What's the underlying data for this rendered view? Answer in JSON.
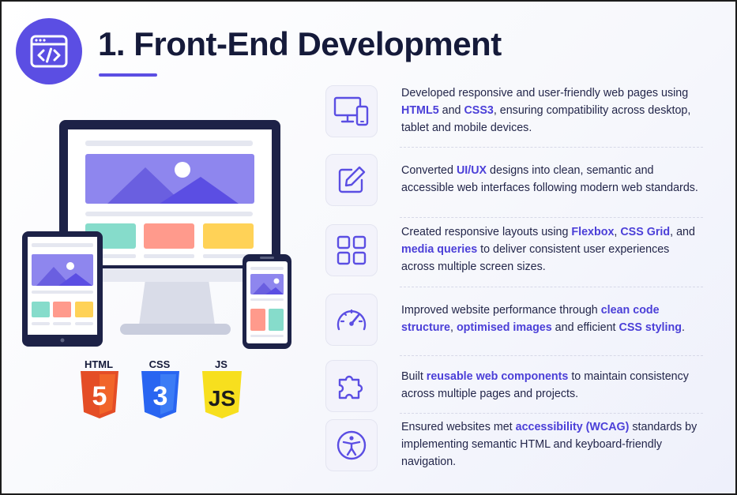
{
  "header": {
    "title": "1. Front-End Development",
    "icon": "code-window-icon",
    "accent_color": "#5b4ee3"
  },
  "tech_badges": [
    {
      "label": "HTML",
      "glyph": "5",
      "color": "#e44d26"
    },
    {
      "label": "CSS",
      "glyph": "3",
      "color": "#2965f1"
    },
    {
      "label": "JS",
      "glyph": "JS",
      "color": "#f7df1e"
    }
  ],
  "features": [
    {
      "icon": "devices-icon",
      "segments": [
        {
          "text": "Developed responsive and user-friendly web pages using ",
          "hl": false
        },
        {
          "text": "HTML5",
          "hl": true
        },
        {
          "text": " and ",
          "hl": false
        },
        {
          "text": "CSS3",
          "hl": true
        },
        {
          "text": ", ensuring compatibility across desktop, tablet and mobile devices.",
          "hl": false
        }
      ]
    },
    {
      "icon": "edit-pencil-icon",
      "segments": [
        {
          "text": "Converted ",
          "hl": false
        },
        {
          "text": "UI/UX",
          "hl": true
        },
        {
          "text": " designs into clean, semantic and accessible web interfaces following modern web standards.",
          "hl": false
        }
      ]
    },
    {
      "icon": "grid-layout-icon",
      "segments": [
        {
          "text": "Created responsive layouts using ",
          "hl": false
        },
        {
          "text": "Flexbox",
          "hl": true
        },
        {
          "text": ", ",
          "hl": false
        },
        {
          "text": "CSS Grid",
          "hl": true
        },
        {
          "text": ", and ",
          "hl": false
        },
        {
          "text": "media queries",
          "hl": true
        },
        {
          "text": " to deliver consistent user experiences across multiple screen sizes.",
          "hl": false
        }
      ]
    },
    {
      "icon": "speedometer-icon",
      "segments": [
        {
          "text": "Improved website performance through ",
          "hl": false
        },
        {
          "text": "clean code structure",
          "hl": true
        },
        {
          "text": ", ",
          "hl": false
        },
        {
          "text": "optimised images",
          "hl": true
        },
        {
          "text": " and efficient ",
          "hl": false
        },
        {
          "text": "CSS styling",
          "hl": true
        },
        {
          "text": ".",
          "hl": false
        }
      ]
    },
    {
      "icon": "puzzle-piece-icon",
      "segments": [
        {
          "text": "Built ",
          "hl": false
        },
        {
          "text": "reusable web components",
          "hl": true
        },
        {
          "text": " to maintain consistency across multiple pages and projects.",
          "hl": false
        }
      ]
    },
    {
      "icon": "accessibility-icon",
      "segments": [
        {
          "text": "Ensured websites met ",
          "hl": false
        },
        {
          "text": "accessibility (WCAG)",
          "hl": true
        },
        {
          "text": " standards by implementing semantic HTML and keyboard-friendly navigation.",
          "hl": false
        }
      ]
    }
  ]
}
